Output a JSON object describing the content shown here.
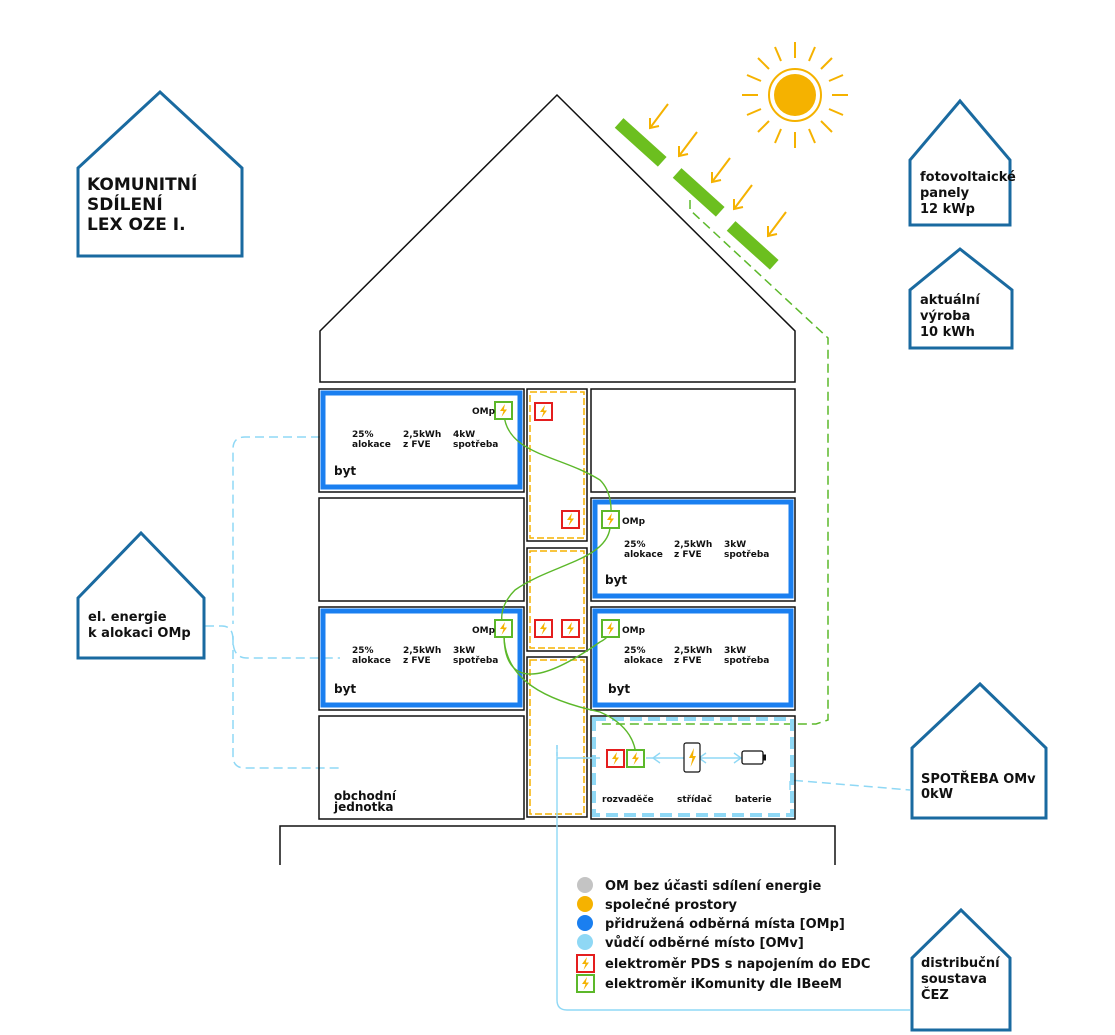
{
  "colors": {
    "house_blue": "#1a6aa0",
    "apartment_blue": "#1a7ff0",
    "grey": "#c4c4c4",
    "orange": "#f5b200",
    "light_blue": "#8fd8f5",
    "green": "#5cb82a",
    "red": "#e41e1e"
  },
  "icons": {
    "sun": "sun-icon",
    "panel": "solar-panel-icon",
    "meter_pds": "red-meter-icon",
    "meter_community": "green-meter-icon",
    "inverter": "inverter-icon",
    "battery": "battery-icon"
  },
  "info_houses": {
    "komunitni": {
      "lines": [
        "KOMUNITNÍ",
        "SDÍLENÍ",
        "LEX OZE I."
      ]
    },
    "fve_panels": {
      "lines": [
        "fotovoltaické",
        "panely",
        "12 kWp"
      ]
    },
    "production": {
      "lines": [
        "aktuální",
        "výroba",
        "10 kWh"
      ]
    },
    "allocation": {
      "lines": [
        "el. energie",
        "k alokaci OMp"
      ]
    },
    "consumption": {
      "lines": [
        "SPOTŘEBA OMv",
        "0kW"
      ]
    },
    "distribution": {
      "lines": [
        "distribuční",
        "soustava",
        "ČEZ"
      ]
    }
  },
  "apartments": {
    "a1": {
      "om": "OMp",
      "alloc_value": "25%",
      "alloc_label": "alokace",
      "fve_value": "2,5kWh",
      "fve_label": "z FVE",
      "use_value": "4kW",
      "use_label": "spotřeba",
      "name": "byt"
    },
    "a2": {
      "om": "OMp",
      "alloc_value": "25%",
      "alloc_label": "alokace",
      "fve_value": "2,5kWh",
      "fve_label": "z FVE",
      "use_value": "3kW",
      "use_label": "spotřeba",
      "name": "byt"
    },
    "a3": {
      "om": "OMp",
      "alloc_value": "25%",
      "alloc_label": "alokace",
      "fve_value": "2,5kWh",
      "fve_label": "z FVE",
      "use_value": "3kW",
      "use_label": "spotřeba",
      "name": "byt"
    },
    "a4": {
      "om": "OMp",
      "alloc_value": "25%",
      "alloc_label": "alokace",
      "fve_value": "2,5kWh",
      "fve_label": "z FVE",
      "use_value": "3kW",
      "use_label": "spotřeba",
      "name": "byt"
    }
  },
  "shop": {
    "lines": [
      "obchodní",
      "jednotka"
    ]
  },
  "tech_room": {
    "switchboard": "rozvaděče",
    "inverter": "střídač",
    "battery": "baterie"
  },
  "legend": {
    "items": [
      {
        "label": "OM bez účasti sdílení energie",
        "color": "#c4c4c4",
        "kind": "dot"
      },
      {
        "label": "společné prostory",
        "color": "#f5b200",
        "kind": "dot"
      },
      {
        "label": "přidružená odběrná místa [OMp]",
        "color": "#1a7ff0",
        "kind": "dot"
      },
      {
        "label": "vůdčí odběrné místo [OMv]",
        "color": "#8fd8f5",
        "kind": "dot"
      },
      {
        "label": "elektroměr PDS s napojením do EDC",
        "color": "#e41e1e",
        "kind": "meter"
      },
      {
        "label": "elektroměr iKomunity dle IBeeM",
        "color": "#5cb82a",
        "kind": "meter"
      }
    ]
  }
}
